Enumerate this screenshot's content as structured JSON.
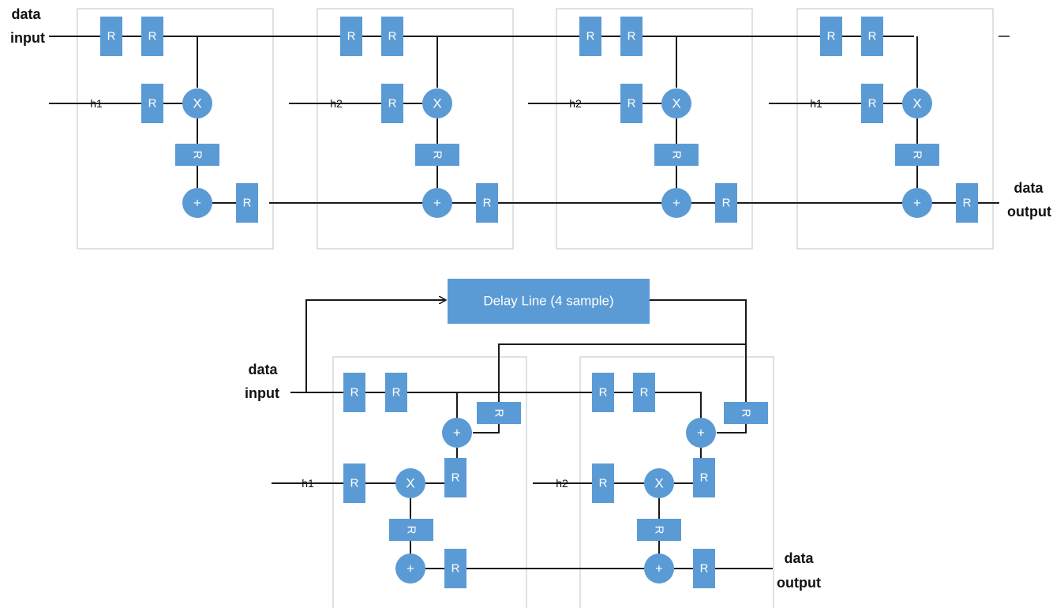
{
  "io": {
    "top_input": [
      "data",
      "input"
    ],
    "top_output": [
      "data",
      "output"
    ],
    "bottom_input": [
      "data",
      "input"
    ],
    "bottom_output": [
      "data",
      "output"
    ]
  },
  "register_label": "R",
  "multiply_label": "X",
  "add_label": "+",
  "top_coefficients": [
    "h1",
    "h2",
    "h2",
    "h1"
  ],
  "bottom_coefficients": [
    "h1",
    "h2"
  ],
  "delay_line_label": "Delay Line (4 sample)",
  "colors": {
    "block": "#5b9bd5",
    "wire": "#1a1a1a",
    "cell_border": "#c6cfd8"
  }
}
